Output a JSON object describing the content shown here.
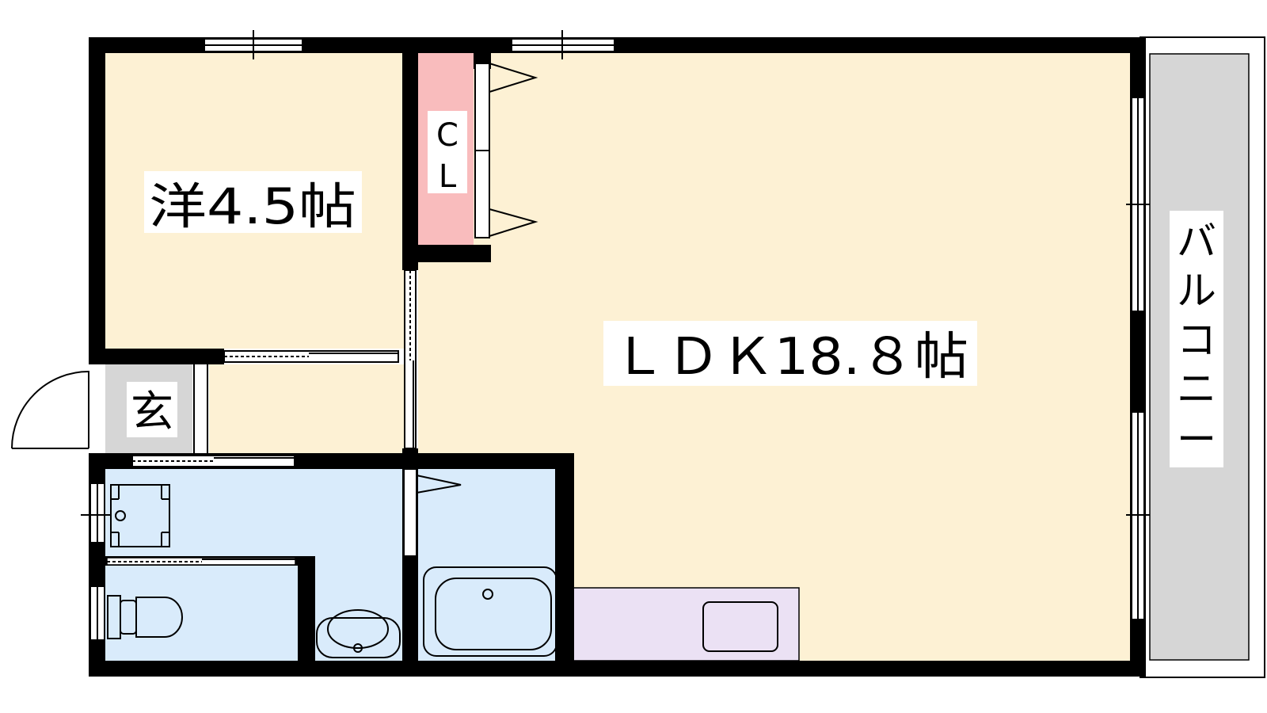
{
  "rooms": {
    "western_room": {
      "label": "洋4.5帖"
    },
    "ldk": {
      "label": "ＬＤＫ18.８帖"
    },
    "closet": {
      "line1": "C",
      "line2": "L"
    },
    "entrance": {
      "label": "玄"
    },
    "balcony": {
      "label_chars": [
        "バ",
        "ル",
        "コ",
        "ニ",
        "ー"
      ]
    }
  },
  "colors": {
    "living_floor": "#fdf1d4",
    "wet_area": "#d9ebfb",
    "closet": "#f9bcbd",
    "kitchen_counter": "#ebe1f4",
    "entrance_floor": "#d6d6d6",
    "balcony": "#d6d6d6",
    "wall": "#000000"
  }
}
